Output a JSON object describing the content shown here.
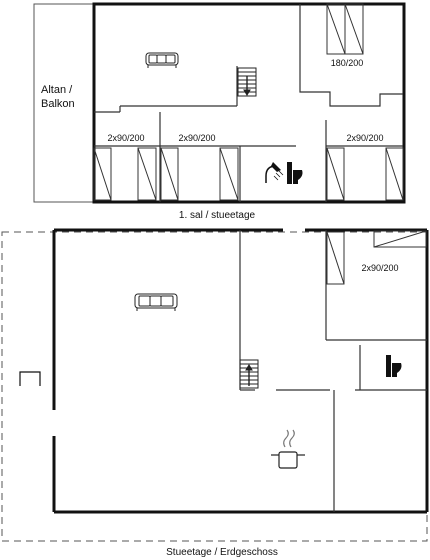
{
  "upper_floor": {
    "title": "1. sal / stueetage",
    "balcony_line1": "Altan /",
    "balcony_line2": "Balkon",
    "beds": [
      "180/200",
      "2x90/200",
      "2x90/200",
      "2x90/200"
    ],
    "icons": [
      "sofa-icon",
      "stairs-down-icon",
      "shower-icon",
      "toilet-icon",
      "bed-icon"
    ]
  },
  "ground_floor": {
    "title": "Stueetage / Erdgeschoss",
    "beds": [
      "2x90/200"
    ],
    "icons": [
      "sofa-icon",
      "stairs-up-icon",
      "toilet-icon",
      "cooking-pot-icon",
      "fireplace-icon",
      "bed-icon"
    ]
  },
  "colors": {
    "wall": "#111111",
    "thin_wall": "#333333",
    "balcony": "#555555",
    "background": "#ffffff"
  }
}
